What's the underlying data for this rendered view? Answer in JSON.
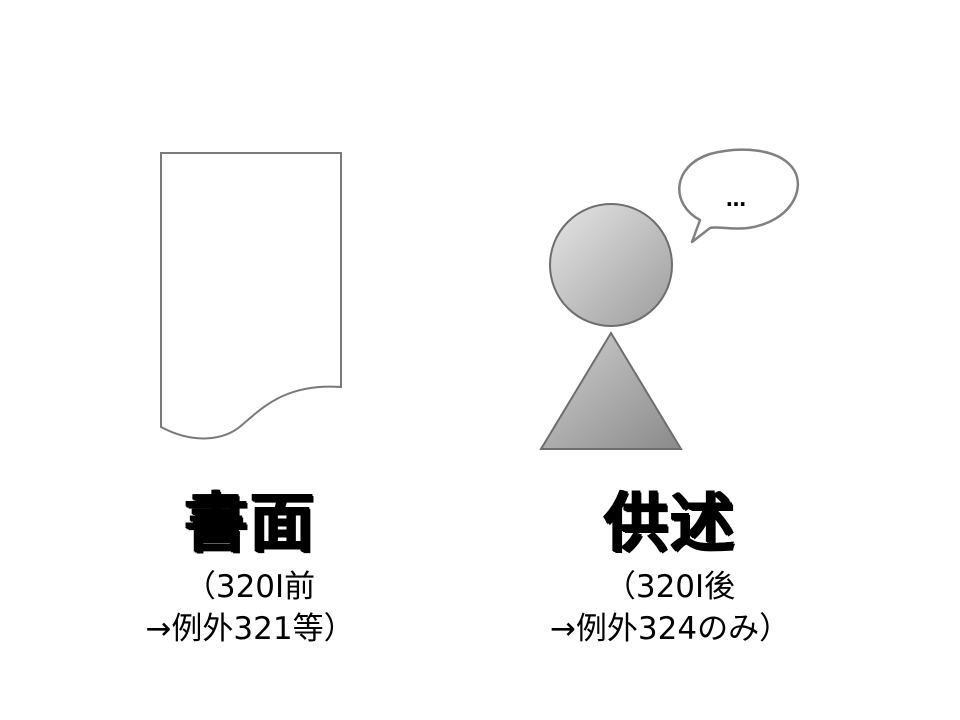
{
  "left": {
    "title": "書面",
    "line1": "（320Ⅰ前",
    "line2": "→例外321等）"
  },
  "right": {
    "title": "供述",
    "line1": "（320Ⅰ後",
    "line2": "→例外324のみ）",
    "speech": "…"
  },
  "icons": {
    "document": "document-icon",
    "person": "person-icon",
    "speech_bubble": "speech-bubble-icon"
  }
}
